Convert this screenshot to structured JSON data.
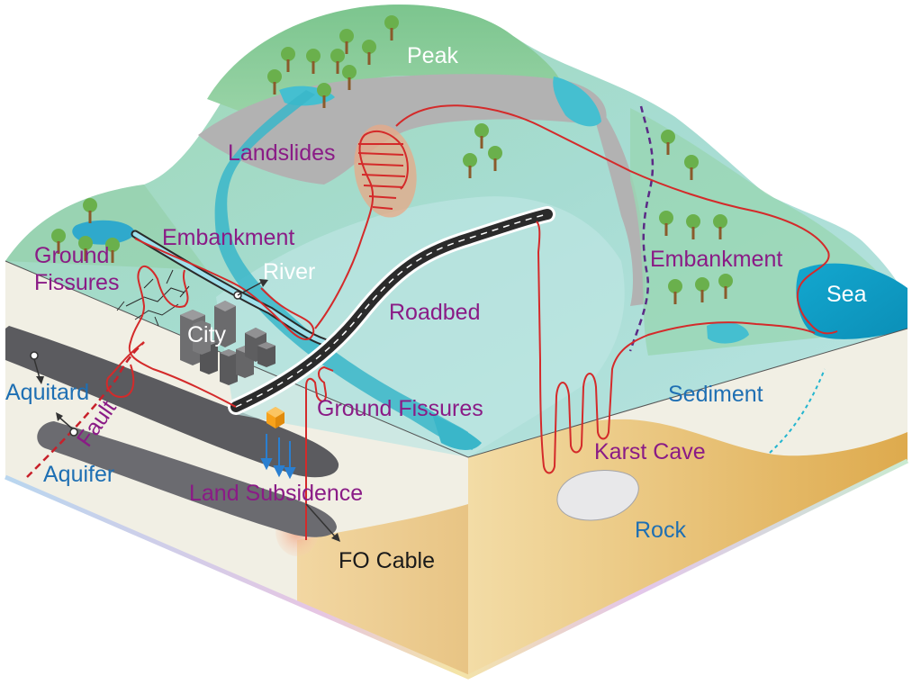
{
  "labels": {
    "peak": "Peak",
    "landslides": "Landslides",
    "embankment_left": "Embankment",
    "ground_fissures_left": "Ground\nFissures",
    "river": "River",
    "city": "City",
    "roadbed": "Roadbed",
    "embankment_right": "Embankment",
    "sea": "Sea",
    "sediment": "Sediment",
    "aquitard": "Aquitard",
    "fault": "Fault",
    "aquifer": "Aquifer",
    "ground_fissures_center": "Ground Fissures",
    "land_subsidence": "Land Subsidence",
    "karst_cave": "Karst Cave",
    "rock": "Rock",
    "fo_cable": "FO Cable"
  },
  "colors": {
    "label_purple": "#8a1b86",
    "label_blue": "#1e6fb3",
    "fo_cable_red": "#d42a2a",
    "sea": "#17a9c9",
    "terrain_green": "#8fd0b3",
    "sediment": "#f1efe4",
    "rock": "#e9c98e",
    "aquifer_grey": "#5b5b5f"
  },
  "icons": [
    "tree-icon",
    "building-icon",
    "sensor-box-icon",
    "arrow-icon"
  ]
}
